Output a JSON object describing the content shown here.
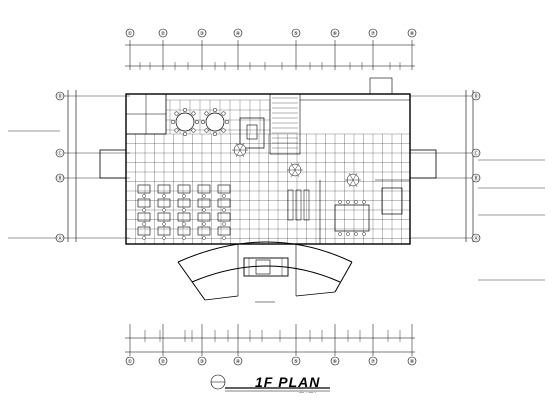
{
  "drawing": {
    "title": "1F PLAN",
    "subtitle": "— · — ·",
    "grid_bubbles": {
      "top": [
        "①",
        "②",
        "③",
        "④",
        "⑤",
        "⑥",
        "⑦",
        "⑧"
      ],
      "bottom": [
        "①",
        "②",
        "③",
        "④",
        "⑤",
        "⑥",
        "⑦",
        "⑧"
      ],
      "left": [
        "Ⓓ",
        "Ⓒ",
        "Ⓑ",
        "Ⓐ"
      ],
      "right": [
        "Ⓓ",
        "Ⓒ",
        "Ⓑ",
        "Ⓐ"
      ]
    },
    "line_color": "#000000",
    "background": "#ffffff"
  }
}
